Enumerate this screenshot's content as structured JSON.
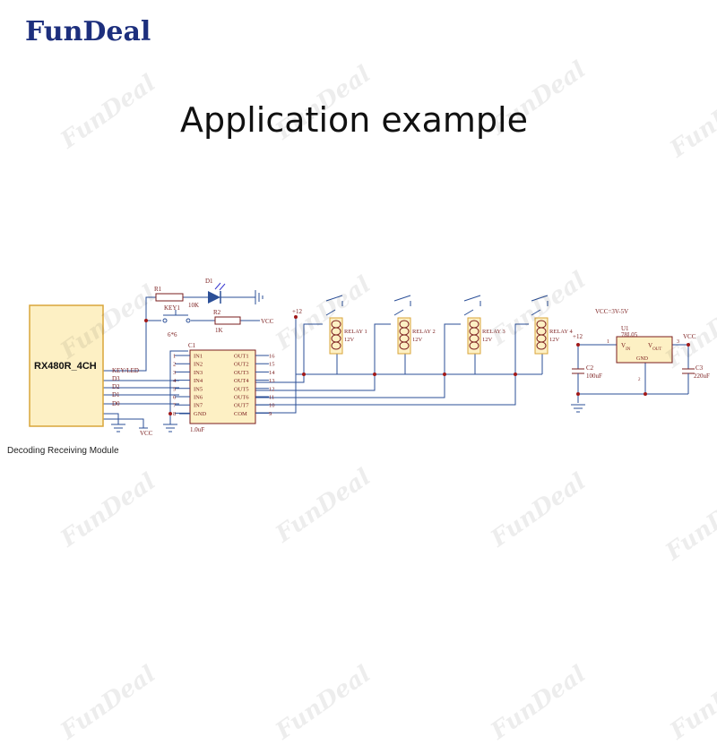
{
  "brand": {
    "name": "FunDeal",
    "color": "#1d2f7d"
  },
  "headline": "Application example",
  "watermark_text": "FunDeal",
  "schematic": {
    "module": {
      "name": "RX480R_4CH",
      "caption": "Decoding Receiving Module",
      "fill": "#fdf0c4",
      "stroke": "#d9a53a"
    },
    "pin_labels": [
      "KEY/LED",
      "D3",
      "D2",
      "D1",
      "D0"
    ],
    "vcc_labels": [
      "VCC",
      "VCC",
      "VCC=3V-5V",
      "VCC"
    ],
    "plus12_labels": [
      "+12",
      "+12"
    ],
    "r1": {
      "ref": "R1",
      "value": "10K"
    },
    "r2": {
      "ref": "R2",
      "value": "1K"
    },
    "d1": "D1",
    "key": {
      "ref": "KEY1",
      "value": "6*6"
    },
    "ic_c1": {
      "ref": "C1",
      "value": "1.0uF",
      "left_pins": [
        "1",
        "2",
        "3",
        "4",
        "5",
        "6",
        "7",
        "8"
      ],
      "left_names": [
        "IN1",
        "IN2",
        "IN3",
        "IN4",
        "IN5",
        "IN6",
        "IN7",
        "GND"
      ],
      "right_names": [
        "OUT1",
        "OUT2",
        "OUT3",
        "OUT4",
        "OUT5",
        "OUT6",
        "OUT7",
        "COM"
      ],
      "right_pins": [
        "16",
        "15",
        "14",
        "13",
        "12",
        "11",
        "10",
        "9"
      ]
    },
    "relays": [
      {
        "name": "RELAY 1",
        "voltage": "12V"
      },
      {
        "name": "RELAY 2",
        "voltage": "12V"
      },
      {
        "name": "RELAY 3",
        "voltage": "12V"
      },
      {
        "name": "RELAY 4",
        "voltage": "12V"
      }
    ],
    "regulator": {
      "ref": "U1",
      "part": "78L05",
      "vin": "V",
      "vin_sub": "IN",
      "vout": "V",
      "vout_sub": "OUT",
      "gnd": "GND",
      "pin1": "1",
      "pin2": "2",
      "pin3": "3"
    },
    "c2": {
      "ref": "C2",
      "value": "100uF"
    },
    "c3": {
      "ref": "C3",
      "value": "220uF"
    },
    "colors": {
      "wire": "#2b4f97",
      "label": "#7a1d1d",
      "dot": "#a01818",
      "part": "#7a1d1d",
      "diode_light": "#3a3ad0"
    }
  }
}
